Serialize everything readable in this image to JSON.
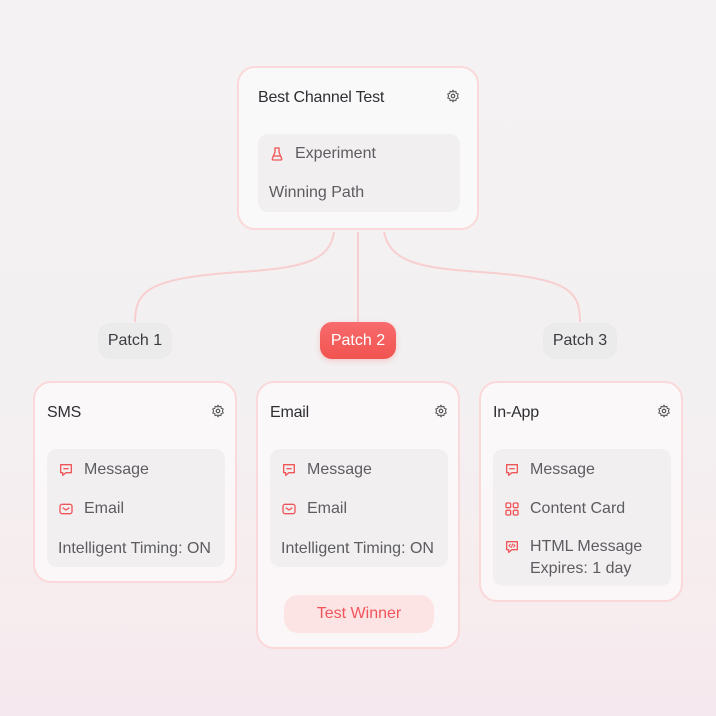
{
  "root": {
    "title": "Best Channel Test",
    "experiment_label": "Experiment",
    "winning_path_label": "Winning Path"
  },
  "patches": [
    {
      "label": "Patch 1",
      "active": false
    },
    {
      "label": "Patch 2",
      "active": true
    },
    {
      "label": "Patch 3",
      "active": false
    }
  ],
  "cards": [
    {
      "title": "SMS",
      "rows": [
        "Message",
        "Email",
        "Intelligent Timing: ON"
      ]
    },
    {
      "title": "Email",
      "rows": [
        "Message",
        "Email",
        "Intelligent Timing: ON"
      ],
      "winner_label": "Test Winner"
    },
    {
      "title": "In-App",
      "rows": [
        "Message",
        "Content Card",
        "HTML Message",
        "Expires: 1 day"
      ]
    }
  ],
  "colors": {
    "accent": "#f1544f",
    "card_border": "#fbd8d9",
    "connector": "#f8cfd0"
  },
  "icons": [
    "gear-icon",
    "flask-icon",
    "message-icon",
    "email-icon",
    "content-card-icon",
    "html-message-icon"
  ]
}
